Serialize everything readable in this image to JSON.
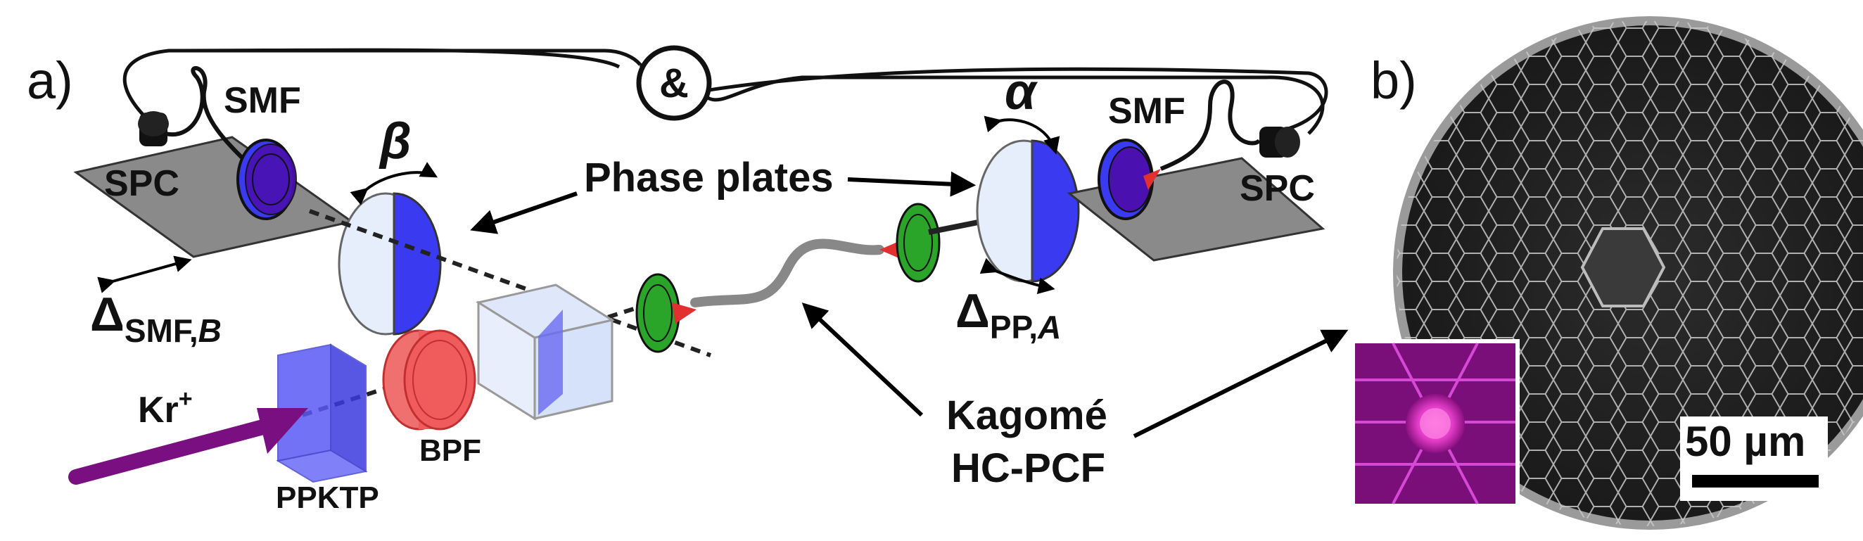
{
  "panel_a": {
    "label": "a)",
    "coincidence_symbol": "&",
    "labels": {
      "smf_left": "SMF",
      "smf_right": "SMF",
      "spc_left": "SPC",
      "spc_right": "SPC",
      "beta": "β",
      "alpha": "α",
      "delta_smf": "Δ",
      "delta_smf_sub": "SMF,",
      "delta_smf_sub_italic": "B",
      "delta_pp": "Δ",
      "delta_pp_sub": "PP,",
      "delta_pp_sub_italic": "A",
      "phase_plates": "Phase plates",
      "kr_plus": "Kr",
      "kr_plus_sup": "+",
      "ppktp": "PPKTP",
      "bpf": "BPF",
      "kagome_line1": "Kagomé",
      "kagome_line2": "HC-PCF"
    },
    "colors": {
      "waveplate_blue": "#3a3af0",
      "filter_red": "#f0504a",
      "lens_green": "#22a322",
      "pump_purple": "#7a0f82",
      "stage_gray": "#8a8a8a"
    }
  },
  "panel_b": {
    "label": "b)",
    "scale_bar": "50 µm",
    "inset_color": "#b0169c"
  }
}
